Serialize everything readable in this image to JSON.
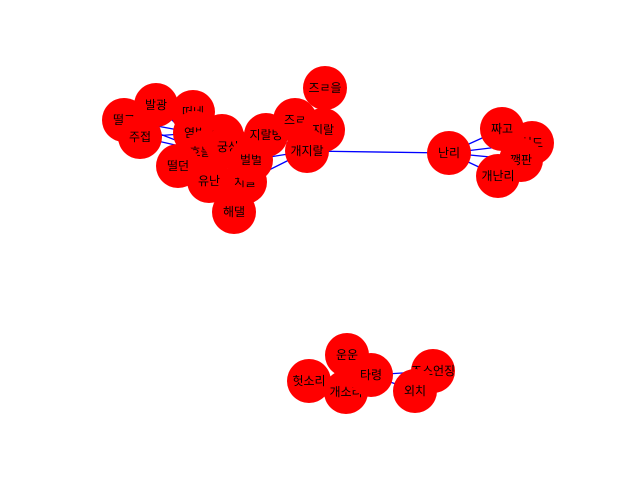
{
  "colors": {
    "node_fill": "#ff0000",
    "edge_stroke": "#0000ff",
    "label_color": "#000000",
    "background": "#ffffff"
  },
  "nodes": [
    {
      "id": "n1",
      "label": "발광"
    },
    {
      "id": "n2",
      "label": "떨고"
    },
    {
      "id": "n3",
      "label": "주접"
    },
    {
      "id": "n4",
      "label": "떠네"
    },
    {
      "id": "n5",
      "label": "염병"
    },
    {
      "id": "n6",
      "label": "호들갑"
    },
    {
      "id": "n7",
      "label": "떨던"
    },
    {
      "id": "n8",
      "label": "보랑"
    },
    {
      "id": "n9",
      "label": "궁상"
    },
    {
      "id": "n10",
      "label": "유난"
    },
    {
      "id": "n11",
      "label": "해댈"
    },
    {
      "id": "n12",
      "label": "치들"
    },
    {
      "id": "n13",
      "label": "벌벌"
    },
    {
      "id": "n14",
      "label": "지랄병"
    },
    {
      "id": "n15",
      "label": "즈ㄹ"
    },
    {
      "id": "n16",
      "label": "즈ㄹ을"
    },
    {
      "id": "n17",
      "label": "지랄"
    },
    {
      "id": "n18",
      "label": "개지랄"
    },
    {
      "id": "n19",
      "label": "난리"
    },
    {
      "id": "n20",
      "label": "짜고"
    },
    {
      "id": "n21",
      "label": "실드"
    },
    {
      "id": "n22",
      "label": "깽판"
    },
    {
      "id": "n23",
      "label": "개난리"
    },
    {
      "id": "n24",
      "label": "운운"
    },
    {
      "id": "n25",
      "label": "헛소리"
    },
    {
      "id": "n26",
      "label": "개소리"
    },
    {
      "id": "n27",
      "label": "타령"
    },
    {
      "id": "n28",
      "label": "조스언징"
    },
    {
      "id": "n29",
      "label": "외치"
    }
  ],
  "edges": [
    [
      "n1",
      "n5"
    ],
    [
      "n1",
      "n6"
    ],
    [
      "n2",
      "n5"
    ],
    [
      "n2",
      "n6"
    ],
    [
      "n3",
      "n5"
    ],
    [
      "n3",
      "n6"
    ],
    [
      "n4",
      "n5"
    ],
    [
      "n4",
      "n6"
    ],
    [
      "n7",
      "n5"
    ],
    [
      "n7",
      "n6"
    ],
    [
      "n5",
      "n6"
    ],
    [
      "n5",
      "n9"
    ],
    [
      "n6",
      "n10"
    ],
    [
      "n6",
      "n13"
    ],
    [
      "n8",
      "n9"
    ],
    [
      "n9",
      "n14"
    ],
    [
      "n10",
      "n12"
    ],
    [
      "n11",
      "n12"
    ],
    [
      "n12",
      "n13"
    ],
    [
      "n12",
      "n18"
    ],
    [
      "n13",
      "n18"
    ],
    [
      "n14",
      "n18"
    ],
    [
      "n15",
      "n18"
    ],
    [
      "n16",
      "n17"
    ],
    [
      "n17",
      "n18"
    ],
    [
      "n18",
      "n19"
    ],
    [
      "n19",
      "n20"
    ],
    [
      "n19",
      "n21"
    ],
    [
      "n19",
      "n22"
    ],
    [
      "n19",
      "n23"
    ],
    [
      "n24",
      "n27"
    ],
    [
      "n25",
      "n27"
    ],
    [
      "n26",
      "n27"
    ],
    [
      "n27",
      "n28"
    ],
    [
      "n27",
      "n29"
    ]
  ]
}
